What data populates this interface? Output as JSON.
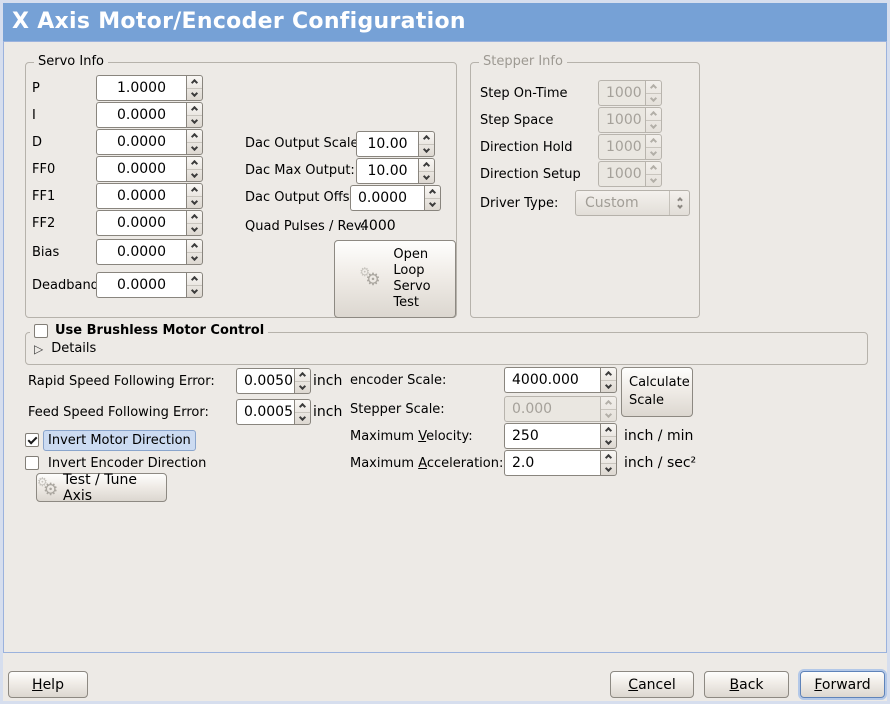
{
  "window": {
    "title": "X Axis Motor/Encoder Configuration"
  },
  "colors": {
    "titlebar_bg": "#76a1d6",
    "content_border": "#9bb2dd",
    "window_bg": "#edeae6",
    "focus_label_bg": "#ccdbf1",
    "focus_label_border": "#8aa5cc",
    "disabled_text": "#9d9992"
  },
  "icons": {
    "gears": "⚙",
    "expander_collapsed": "▷"
  },
  "servo_info": {
    "title": "Servo Info",
    "rows": [
      {
        "label": "P",
        "value": "1.0000"
      },
      {
        "label": "I",
        "value": "0.0000"
      },
      {
        "label": "D",
        "value": "0.0000"
      },
      {
        "label": "FF0",
        "value": "0.0000"
      },
      {
        "label": "FF1",
        "value": "0.0000"
      },
      {
        "label": "FF2",
        "value": "0.0000"
      },
      {
        "label": "Bias",
        "value": "0.0000"
      },
      {
        "label": "Deadband",
        "value": "0.0000"
      }
    ]
  },
  "dac": {
    "output_scale_label": "Dac Output Scale:",
    "output_scale_value": "10.00",
    "max_output_label": "Dac Max Output:",
    "max_output_value": "10.00",
    "output_offset_label": "Dac Output Offset:",
    "output_offset_value": "0.0000",
    "quad_pulses_label": "Quad Pulses / Rev:",
    "quad_pulses_value": "4000"
  },
  "open_loop_button": {
    "lines": [
      "Open",
      "Loop",
      "Servo",
      "Test"
    ]
  },
  "stepper_info": {
    "title": "Stepper Info",
    "rows": [
      {
        "label": "Step On-Time",
        "value": "1000"
      },
      {
        "label": "Step Space",
        "value": "1000"
      },
      {
        "label": "Direction Hold",
        "value": "1000"
      },
      {
        "label": "Direction Setup",
        "value": "1000"
      }
    ],
    "driver_type_label": "Driver Type:",
    "driver_type_value": "Custom"
  },
  "brushless": {
    "checkbox_label": "Use Brushless Motor Control",
    "details_label": "Details"
  },
  "following_error": {
    "rapid_label": "Rapid Speed Following Error:",
    "rapid_value": "0.0050",
    "rapid_unit": "inch",
    "feed_label": "Feed Speed Following Error:",
    "feed_value": "0.0005",
    "feed_unit": "inch"
  },
  "direction": {
    "invert_motor_label": "Invert Motor Direction",
    "invert_encoder_label": "Invert Encoder Direction",
    "test_tune_label": "Test / Tune Axis"
  },
  "scales": {
    "encoder_label": "encoder Scale:",
    "encoder_value": "4000.000",
    "stepper_label": "Stepper Scale:",
    "stepper_value": "0.000",
    "calculate_button_lines": [
      "Calculate",
      "Scale"
    ],
    "velocity_label": {
      "pre": "Maximum ",
      "mn": "V",
      "post": "elocity:"
    },
    "velocity_value": "250",
    "velocity_unit": "inch / min",
    "accel_label": {
      "pre": "Maximum ",
      "mn": "A",
      "post": "cceleration:"
    },
    "accel_value": "2.0",
    "accel_unit": "inch / sec²"
  },
  "actions": {
    "help": {
      "mn": "H",
      "post": "elp"
    },
    "cancel": {
      "mn": "C",
      "post": "ancel"
    },
    "back": {
      "mn": "B",
      "post": "ack"
    },
    "forward": {
      "mn": "F",
      "post": "orward"
    }
  }
}
